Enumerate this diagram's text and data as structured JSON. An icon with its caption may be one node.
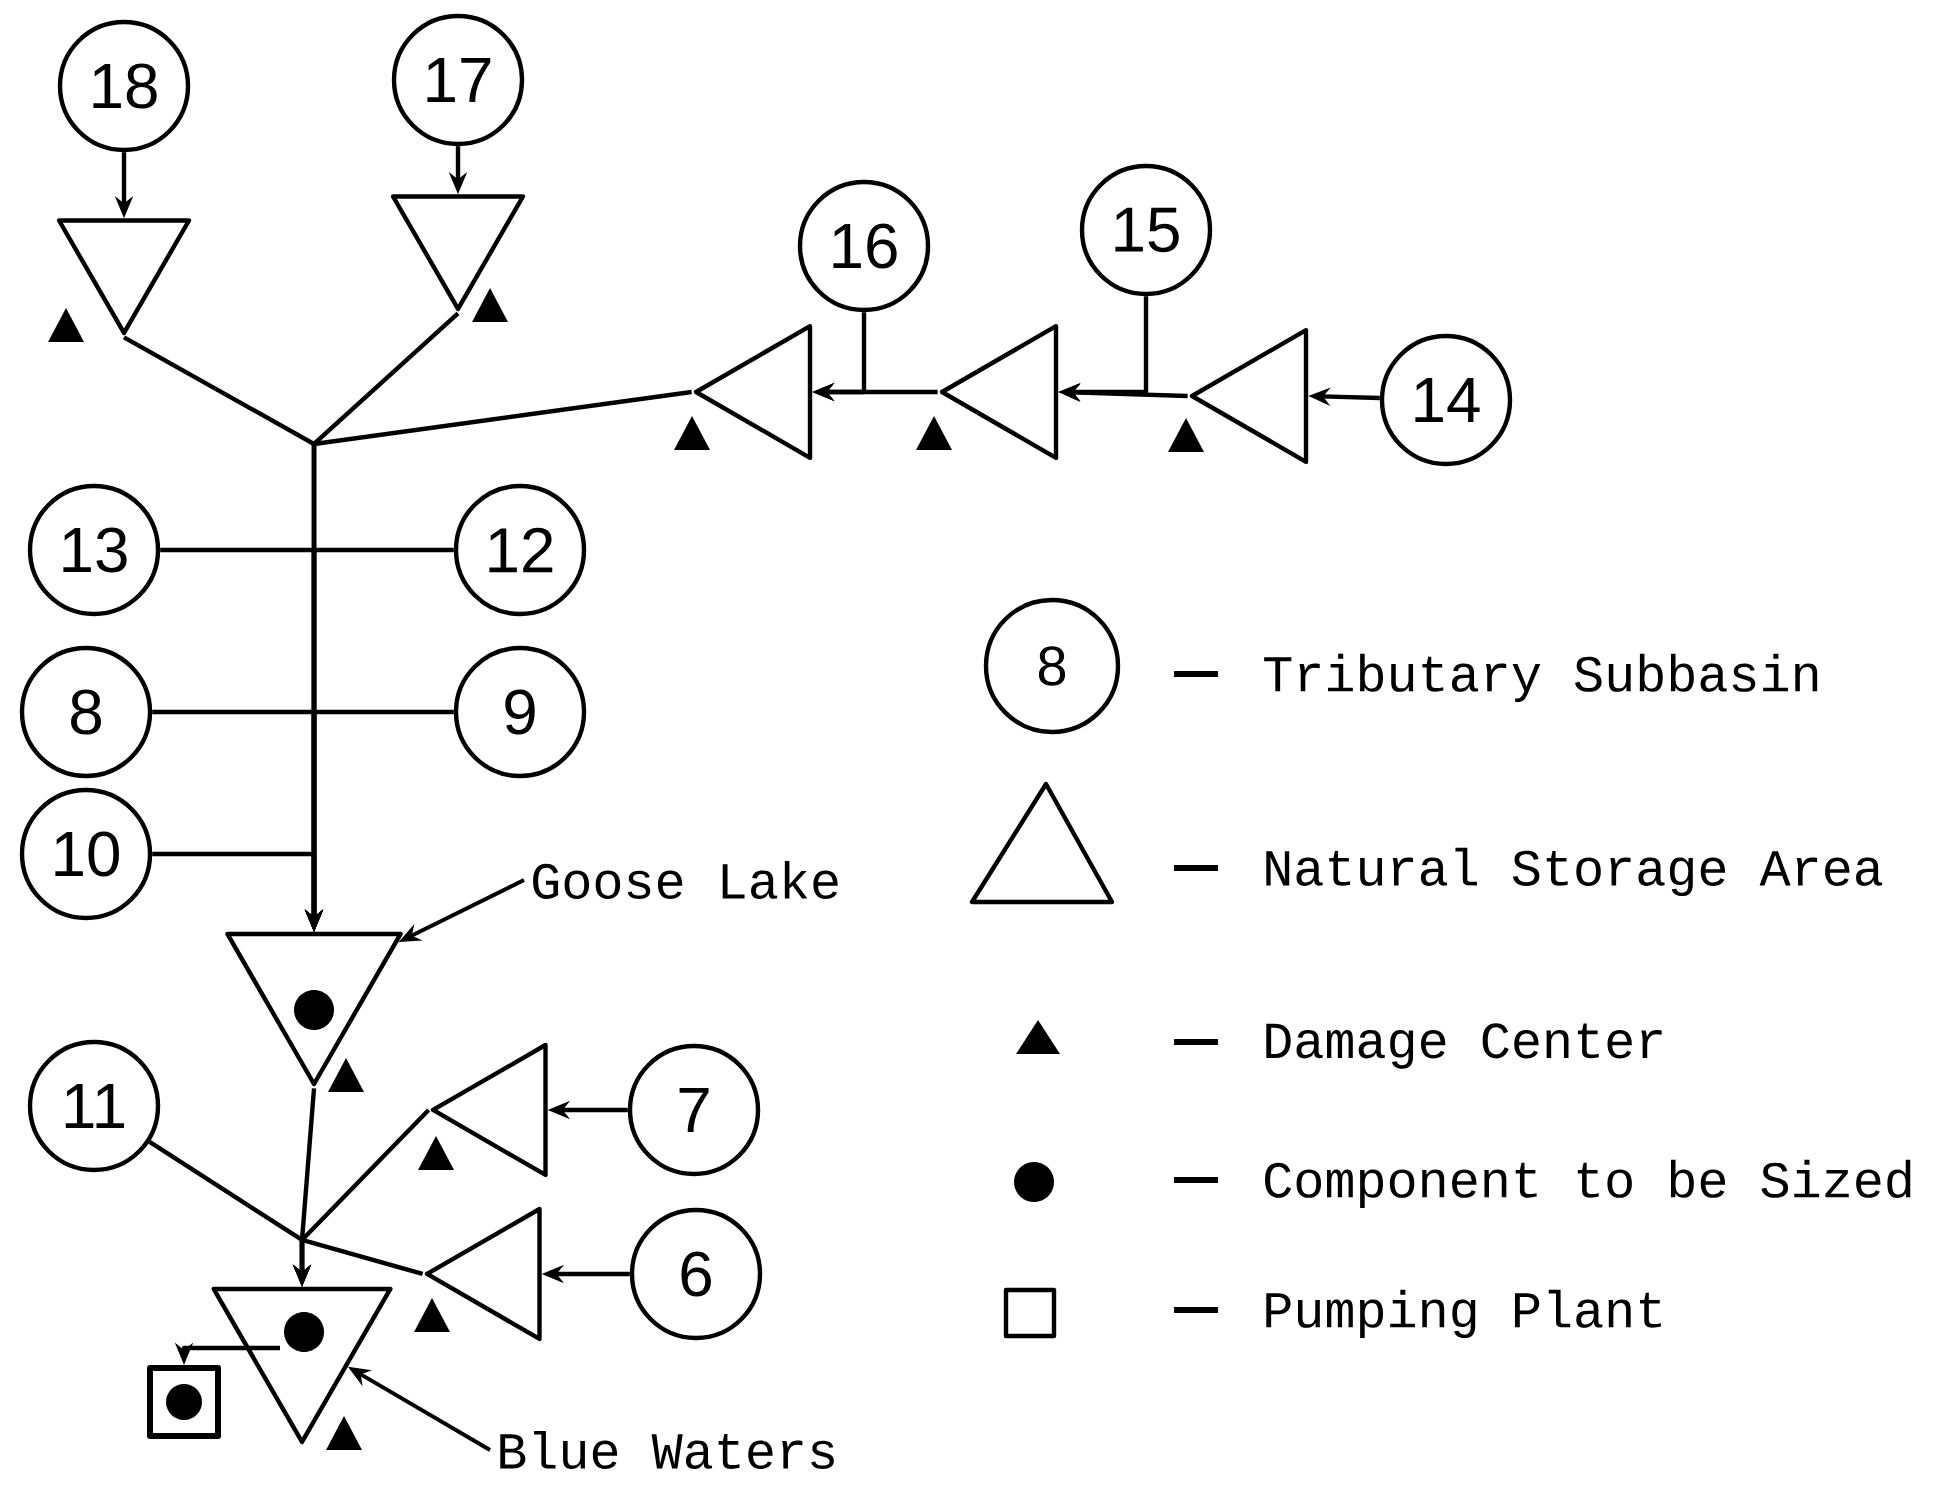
{
  "diagram": {
    "nodes": [
      {
        "text": [
          "18"
        ]
      },
      {
        "text": [
          "17"
        ]
      },
      {
        "text": [
          "16"
        ]
      },
      {
        "text": [
          "15"
        ]
      },
      {
        "text": [
          "14"
        ]
      },
      {
        "text": [],
        "shape": "triangle"
      },
      {
        "text": [],
        "shape": "triangle"
      },
      {
        "text": [],
        "shape": "triangle"
      },
      {
        "text": [],
        "shape": "triangle"
      },
      {
        "text": [],
        "shape": "triangle"
      },
      {
        "text": [
          "13"
        ]
      },
      {
        "text": [
          "12"
        ]
      },
      {
        "text": [
          "8"
        ]
      },
      {
        "text": [
          "9"
        ]
      },
      {
        "text": [
          "10"
        ]
      },
      {
        "text": [
          "Goose Lake"
        ]
      },
      {
        "text": [],
        "shape": "triangle"
      },
      {
        "text": [
          "11"
        ]
      },
      {
        "text": [],
        "shape": "triangle"
      },
      {
        "text": [
          "7"
        ]
      },
      {
        "text": [],
        "shape": "triangle"
      },
      {
        "text": [
          "6"
        ]
      },
      {
        "text": [],
        "shape": "triangle"
      },
      {
        "text": [],
        "shape": "box"
      },
      {
        "text": [
          "Blue Waters"
        ]
      }
    ],
    "edges": [
      {
        "from": 0,
        "to": 5,
        "arrow": "to"
      },
      {
        "from": 1,
        "to": 6,
        "arrow": "to"
      },
      {
        "from": 4,
        "to": 9,
        "arrow": "to"
      },
      {
        "from": 9,
        "to": 8,
        "arrow": "to"
      },
      {
        "from": 3,
        "to": 8,
        "arrow": "to"
      },
      {
        "from": 8,
        "to": 7,
        "arrow": "to"
      },
      {
        "from": 2,
        "to": 7,
        "arrow": "to"
      },
      {
        "from": 5,
        "to": 16,
        "arrow": "to"
      },
      {
        "from": 6,
        "to": 16,
        "arrow": "to"
      },
      {
        "from": 7,
        "to": 16,
        "arrow": "to"
      },
      {
        "from": 10,
        "to": 16,
        "arrow": "to"
      },
      {
        "from": 11,
        "to": 16,
        "arrow": "to"
      },
      {
        "from": 12,
        "to": 16,
        "arrow": "to"
      },
      {
        "from": 13,
        "to": 16,
        "arrow": "to"
      },
      {
        "from": 14,
        "to": 16,
        "arrow": "to"
      },
      {
        "from": 15,
        "to": 16,
        "arrow": "to"
      },
      {
        "from": 19,
        "to": 18,
        "arrow": "to"
      },
      {
        "from": 21,
        "to": 20,
        "arrow": "to"
      },
      {
        "from": 16,
        "to": 22,
        "arrow": "to"
      },
      {
        "from": 17,
        "to": 22,
        "arrow": "to"
      },
      {
        "from": 18,
        "to": 22,
        "arrow": "to"
      },
      {
        "from": 20,
        "to": 22,
        "arrow": "to"
      },
      {
        "from": 22,
        "to": 23,
        "arrow": "to"
      },
      {
        "from": 24,
        "to": 22,
        "arrow": "to"
      }
    ],
    "labels": [
      "8"
    ],
    "legend": [
      {
        "text": "Tributary Subbasin"
      },
      {
        "text": "Natural Storage Area"
      },
      {
        "text": "Damage Center"
      },
      {
        "text": "Component to be Sized"
      },
      {
        "text": "Pumping Plant"
      }
    ]
  }
}
